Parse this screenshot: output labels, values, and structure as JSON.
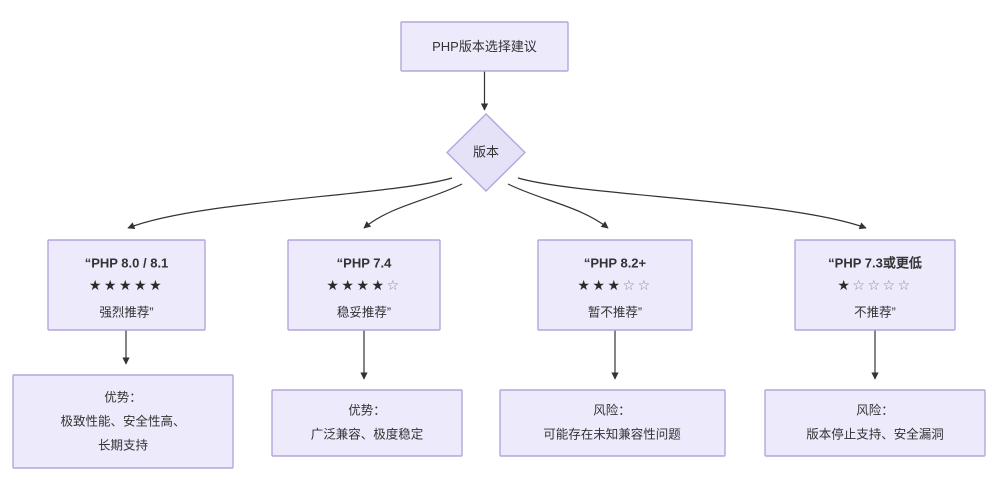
{
  "diagram": {
    "type": "flowchart",
    "direction": "top-down",
    "colors": {
      "node_fill": "#ECEAFB",
      "node_border": "#B6A5DC",
      "diamond_fill": "#E5E1F7",
      "edge": "#333333",
      "text": "#333333",
      "star_filled": "#2b2b2b",
      "star_empty": "#8d8d8d",
      "background": "#ffffff"
    },
    "root": {
      "id": "root",
      "shape": "rect",
      "label": "PHP版本选择建议"
    },
    "decision": {
      "id": "version",
      "shape": "diamond",
      "label": "版本"
    },
    "options": [
      {
        "id": "php80-81",
        "shape": "rect",
        "title": "“PHP 8.0 / 8.1",
        "stars_filled": 5,
        "stars_total": 5,
        "rating_text": "★ ★ ★ ★ ★",
        "verdict": "强烈推荐”"
      },
      {
        "id": "php74",
        "shape": "rect",
        "title": "“PHP 7.4",
        "stars_filled": 4,
        "stars_total": 5,
        "rating_text": "★ ★ ★ ★ ☆",
        "verdict": "稳妥推荐”"
      },
      {
        "id": "php82plus",
        "shape": "rect",
        "title": "“PHP 8.2+",
        "stars_filled": 3,
        "stars_total": 5,
        "rating_text": "★ ★ ★ ☆ ☆",
        "verdict": "暂不推荐”"
      },
      {
        "id": "php73lower",
        "shape": "rect",
        "title": "“PHP 7.3或更低",
        "stars_filled": 1,
        "stars_total": 5,
        "rating_text": "★ ☆ ☆ ☆ ☆",
        "verdict": "不推荐”"
      }
    ],
    "details": [
      {
        "id": "detail-php80-81",
        "shape": "rect",
        "lines": [
          "优势：",
          "极致性能、安全性高、",
          "长期支持"
        ]
      },
      {
        "id": "detail-php74",
        "shape": "rect",
        "lines": [
          "优势：",
          "广泛兼容、极度稳定"
        ]
      },
      {
        "id": "detail-php82plus",
        "shape": "rect",
        "lines": [
          "风险：",
          "可能存在未知兼容性问题"
        ]
      },
      {
        "id": "detail-php73lower",
        "shape": "rect",
        "lines": [
          "风险：",
          "版本停止支持、安全漏洞"
        ]
      }
    ],
    "edges": [
      {
        "from": "root",
        "to": "version",
        "label": ""
      },
      {
        "from": "version",
        "to": "php80-81",
        "label": ""
      },
      {
        "from": "version",
        "to": "php74",
        "label": ""
      },
      {
        "from": "version",
        "to": "php82plus",
        "label": ""
      },
      {
        "from": "version",
        "to": "php73lower",
        "label": ""
      },
      {
        "from": "php80-81",
        "to": "detail-php80-81",
        "label": ""
      },
      {
        "from": "php74",
        "to": "detail-php74",
        "label": ""
      },
      {
        "from": "php82plus",
        "to": "detail-php82plus",
        "label": ""
      },
      {
        "from": "php73lower",
        "to": "detail-php73lower",
        "label": ""
      }
    ]
  }
}
